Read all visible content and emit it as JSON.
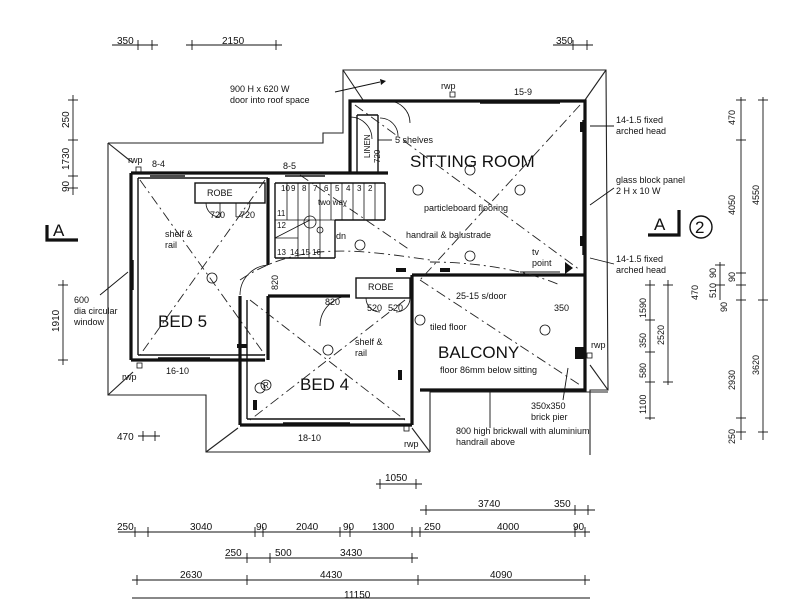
{
  "rooms": {
    "sitting": "SITTING ROOM",
    "bed5": "BED 5",
    "bed4": "BED 4",
    "balcony": "BALCONY"
  },
  "notes": {
    "roof_door_1": "900 H x 620 W",
    "roof_door_2": "door into roof space",
    "linen": "LINEN",
    "linen_720": "720",
    "five_shelves": "5 shelves",
    "particleboard": "particleboard flooring",
    "handrail": "handrail & balustrade",
    "dn": "dn",
    "two_way": "two way",
    "tv_1": "tv",
    "tv_2": "point",
    "robe_bed5": "ROBE",
    "robe_bed4": "ROBE",
    "shelf_rail_1a": "shelf &",
    "shelf_rail_1b": "rail",
    "shelf_rail_2a": "shelf &",
    "shelf_rail_2b": "rail",
    "window_600a": "600",
    "window_600b": "dia circular",
    "window_600c": "window",
    "tiled": "tiled floor",
    "balcony_floor": "floor 86mm below sitting",
    "door_25_15": "25-15 s/door",
    "brick_pier_1": "350x350",
    "brick_pier_2": "brick pier",
    "brickwall_1": "800 high brickwall with aluminium",
    "brickwall_2": "handrail above",
    "glass_1": "glass block panel",
    "glass_2": "2 H x 10 W",
    "arched_top_1": "14-1.5 fixed",
    "arched_top_2": "arched head",
    "arched_bot_1": "14-1.5 fixed",
    "arched_bot_2": "arched head",
    "r_symbol": "R"
  },
  "windows": {
    "w_15_9": "15-9",
    "w_8_4": "8-4",
    "w_8_5": "8-5",
    "w_16_10": "16-10",
    "w_18_10": "18-10"
  },
  "rwp": [
    "rwp",
    "rwp",
    "rwp",
    "rwp",
    "rwp"
  ],
  "section": {
    "left_label": "A",
    "right_label": "A",
    "sheet_number": "2"
  },
  "dims": {
    "top_350_left": "350",
    "top_2150": "2150",
    "top_350_right": "350",
    "left_250": "250",
    "left_1730": "1730",
    "left_90": "90",
    "left_1910": "1910",
    "left_470": "470",
    "robe_720a": "720",
    "robe_720b": "720",
    "door_820_stair": "820",
    "door_820_bed4": "820",
    "robe_520a": "520",
    "robe_520b": "520",
    "bal_350": "350",
    "d_1050": "1050",
    "d_3740": "3740",
    "d_350_mid": "350",
    "row1": [
      "250",
      "3040",
      "90",
      "2040",
      "90",
      "1300",
      "250",
      "4000",
      "90"
    ],
    "row2": [
      "250",
      "500",
      "3430"
    ],
    "row3": [
      "2630",
      "4430",
      "4090"
    ],
    "overall": "11150",
    "right_470_top": "470",
    "right_4050": "4050",
    "right_4550": "4550",
    "right_90": "90",
    "right_470_mid": "470",
    "right_510": "510",
    "right_90b": "90",
    "right_1590": "1590",
    "right_350": "350",
    "right_2520": "2520",
    "right_580": "580",
    "right_1100": "1100",
    "right_2930": "2930",
    "right_3620": "3620",
    "right_250": "250",
    "right_90c": "90"
  },
  "stair_numbers": [
    "10",
    "9",
    "8",
    "7",
    "6",
    "5",
    "4",
    "3",
    "2",
    "11",
    "12",
    "13",
    "14",
    "15",
    "16"
  ]
}
